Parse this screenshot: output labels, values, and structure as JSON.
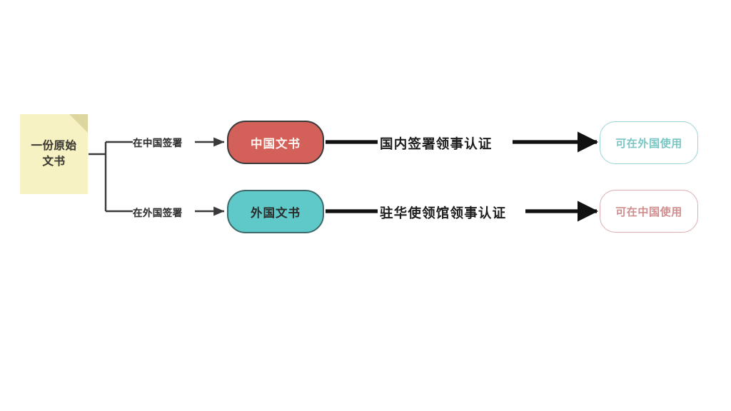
{
  "diagram": {
    "title_text": "",
    "background_color": "#ffffff",
    "source": {
      "label": "一份原始文书",
      "fill": "#f6f2c4",
      "fold_fill": "#ddd79f"
    },
    "branches": [
      {
        "label": "在中国签署"
      },
      {
        "label": "在外国签署"
      }
    ],
    "stages": [
      {
        "label": "中国文书",
        "fill": "#d4605a",
        "text_color": "#fdf6f3"
      },
      {
        "label": "外国文书",
        "fill": "#5fc9c9",
        "text_color": "#2b2b2b"
      }
    ],
    "processes": [
      {
        "label": "国内签署领事认证"
      },
      {
        "label": "驻华使领馆领事认证"
      }
    ],
    "results": [
      {
        "label": "可在外国使用",
        "border": "#9bd4d2",
        "text_color": "#79c6c4"
      },
      {
        "label": "可在中国使用",
        "border": "#dcaeb0",
        "text_color": "#cf8d8e"
      }
    ]
  }
}
